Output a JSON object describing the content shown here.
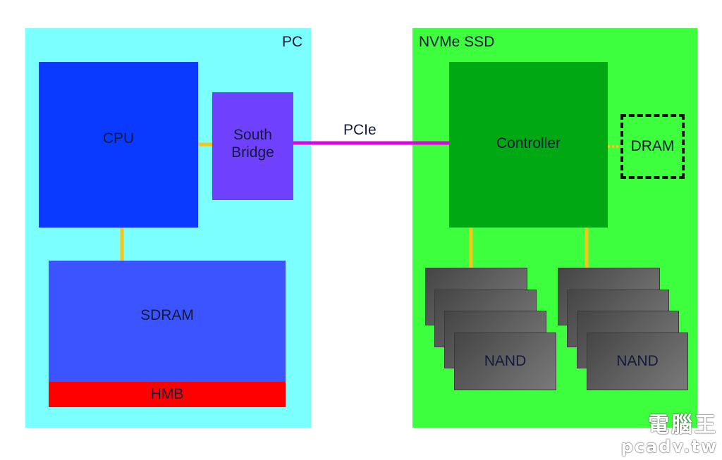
{
  "pc": {
    "title": "PC",
    "cpu": "CPU",
    "south_bridge": [
      "South",
      "Bridge"
    ],
    "sdram": "SDRAM",
    "hmb": "HMB"
  },
  "ssd": {
    "title": "NVMe SSD",
    "controller": "Controller",
    "dram": "DRAM",
    "nand_left": "NAND",
    "nand_right": "NAND"
  },
  "link": {
    "pcie": "PCIe"
  },
  "watermark": {
    "top": "電腦王",
    "bottom": "pcadv.tw"
  },
  "colors": {
    "pc_bg": "#7cffff",
    "ssd_bg": "#3dff3d",
    "cpu": "#0a3aff",
    "south_bridge": "#7040ff",
    "sdram": "#3b54ff",
    "hmb": "#ff0000",
    "controller": "#00a814",
    "pcie_link": "#e000e0",
    "internal_link": "#f5c518"
  }
}
